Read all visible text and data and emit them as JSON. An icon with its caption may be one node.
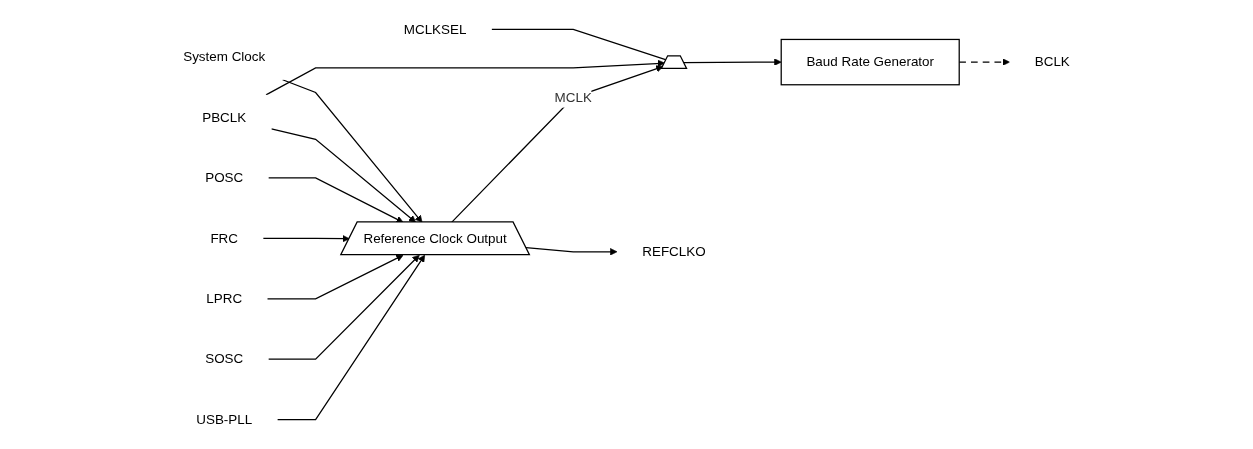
{
  "diagram": {
    "nodes": [
      {
        "text": [
          "USB-PLL"
        ]
      },
      {
        "text": [
          "SOSC"
        ]
      },
      {
        "text": [
          "LPRC"
        ]
      },
      {
        "text": [
          "FRC"
        ]
      },
      {
        "text": [
          "POSC"
        ]
      },
      {
        "text": [
          "PBCLK"
        ]
      },
      {
        "text": [
          "System Clock"
        ]
      },
      {
        "text": [
          "Reference Clock Output"
        ]
      },
      {
        "text": [],
        "shape": "trapezoid"
      },
      {
        "text": [
          "REFCLKO"
        ]
      },
      {
        "text": [
          "MCLKSEL"
        ]
      },
      {
        "text": [
          "Baud Rate Generator"
        ]
      },
      {
        "text": [
          "BCLK"
        ]
      }
    ],
    "edges": [
      {
        "from": 0,
        "to": 7,
        "arrow": "to"
      },
      {
        "from": 1,
        "to": 7,
        "arrow": "to"
      },
      {
        "from": 2,
        "to": 7,
        "arrow": "to"
      },
      {
        "from": 3,
        "to": 7,
        "arrow": "to"
      },
      {
        "from": 4,
        "to": 7,
        "arrow": "to"
      },
      {
        "from": 5,
        "to": 7,
        "arrow": "to"
      },
      {
        "from": 6,
        "to": 7,
        "arrow": "to"
      },
      {
        "from": 7,
        "to": 8,
        "label": "MCLK",
        "arrow": "to"
      },
      {
        "from": 7,
        "to": 9,
        "arrow": "to"
      },
      {
        "from": 5,
        "to": 8,
        "arrow": "to"
      },
      {
        "from": 10,
        "to": 8,
        "arrow": "none"
      },
      {
        "from": 8,
        "to": 11,
        "arrow": "to"
      },
      {
        "from": 11,
        "to": 12,
        "arrow": "to",
        "style": "dashed"
      }
    ]
  }
}
